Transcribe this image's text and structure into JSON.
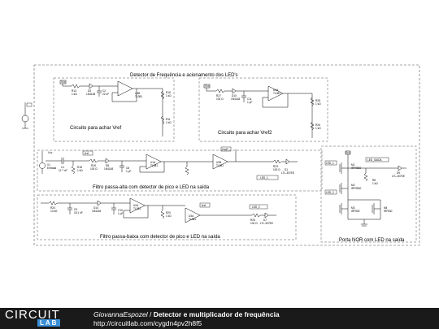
{
  "blocks": {
    "detector_title": "Detector de Frequência e acionamento dos LED's",
    "vref_left": "Circuito para achar Vref",
    "vref_right": "Circuito para achar Vref2",
    "highpass": "Filtro passa-alta com detector de pico e LED na saída",
    "lowpass": "Filtro passa-baixa com detector de pico e LED na saída",
    "nor": "Porta NOR com LED na saída"
  },
  "components": {
    "r13": "R13",
    "r13_val": "1 kΩ",
    "r10": "R10",
    "r10_val": "1 kΩ",
    "d3": "D3",
    "d3_val": "1N4148",
    "c2": "C2",
    "c2_val": "22 nF",
    "u3b": "U3B",
    "u3b_val": "TL081",
    "r16": "R16",
    "r16_val": "1 kΩ",
    "r11": "R11",
    "r11_val": "1 kΩ",
    "r27": "R27",
    "r27_val": "100 Ω",
    "d10": "D10",
    "d10_val": "1N4148",
    "c11": "C11",
    "c11_val": "1 µF",
    "u4a": "U4A",
    "u4a_val": "TL081",
    "r28": "R28",
    "r28_val": "1 kΩ",
    "r26": "R26",
    "r26_val": "1 kΩ",
    "v1": "V1",
    "v1_val": "Entrada",
    "c1": "C1",
    "c1_val": "11.7 nF",
    "r18": "R18",
    "r18_val": "1 kΩ",
    "r15": "R15",
    "r15_val": "100 Ω",
    "d8": "D8",
    "d8_val": "1N4148",
    "c8": "C8",
    "c8_val": "1 µF",
    "u1a": "U1A",
    "u2b": "U2B",
    "r23": "R23",
    "r23_val": "100 Ω",
    "d1": "D1",
    "d1_val": "LTL-307EE",
    "led1": "LED_1",
    "r24": "R24",
    "r24_val": "10 kΩ",
    "c9": "C9",
    "c9_val": "18.1 nF",
    "d14": "D14",
    "d14_val": "1N4148",
    "c10": "C10",
    "c10_val": "1 µF",
    "u2a": "U2A",
    "r20": "R20",
    "r20_val": "1 kΩ",
    "u3a": "U3A",
    "r25": "R25",
    "r25_val": "100 Ω",
    "d7": "D7",
    "d7_val": "LTL-307EE",
    "led2": "LED_2",
    "tl081": "TL081",
    "vref": "Vref",
    "vref2": "Vref2",
    "vcc": "Vcc",
    "gnd": "GND",
    "m1": "M1",
    "m2": "M2",
    "m3": "M3",
    "m4": "M4",
    "mos_val": "IRF9530",
    "mos_val2": "IRF530",
    "r8": "R8",
    "r8_val": "1 kΩ",
    "led_saida": "LED_SAIDA",
    "d9": "D9",
    "d9_val": "LTL-307EE"
  },
  "footer": {
    "logo_circuit": "CIRCUIT",
    "logo_lab": "LAB",
    "author": "GiovannaEspozel",
    "separator": " / ",
    "title": "Detector e multiplicador de frequência",
    "url": "http://circuitlab.com/cygdn4pv2h8f5"
  },
  "colors": {
    "wire": "#000000",
    "frame": "#555555",
    "label_box": "#000000",
    "footer_bg": "#1a1a1a",
    "lab_blue": "#3a8fd6"
  }
}
